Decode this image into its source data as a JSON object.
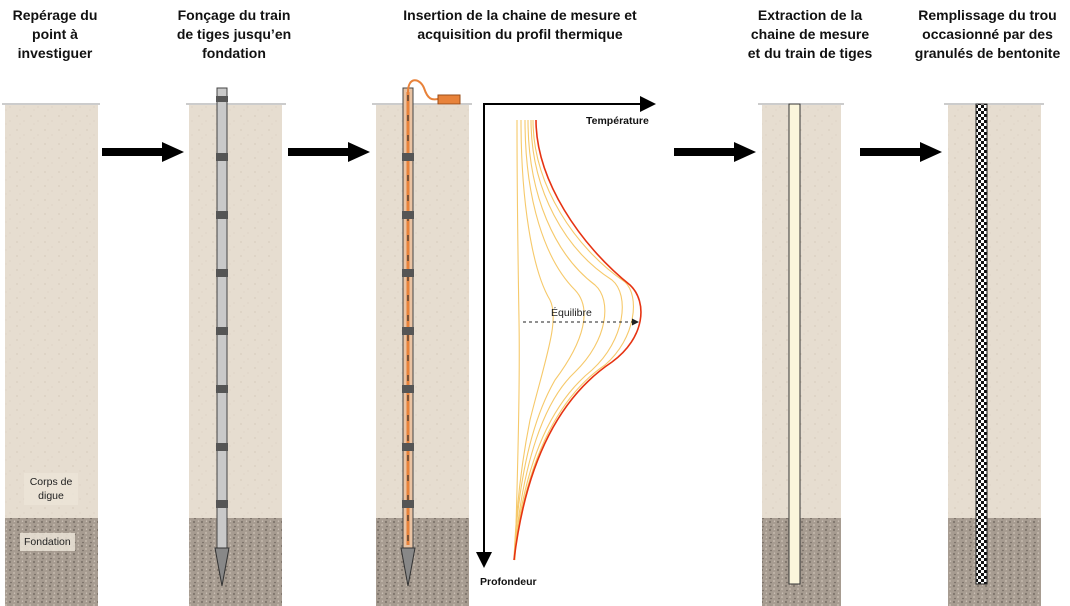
{
  "steps": [
    {
      "title": "Repérage du\npoint à\ninvestiguer"
    },
    {
      "title": "Fonçage du train\nde tiges jusqu’en\nfondation"
    },
    {
      "title": "Insertion de la chaine de mesure et\nacquisition du profil thermique"
    },
    {
      "title": "Extraction de la\nchaine de mesure\net du train de tiges"
    },
    {
      "title": "Remplissage du trou\noccasionné par des\ngranulés de bentonite"
    }
  ],
  "labels": {
    "corps_de_digue": "Corps de\ndigue",
    "fondation": "Fondation"
  },
  "graph": {
    "x_axis_label": "Température",
    "y_axis_label": "Profondeur",
    "equilibrium_label": "Équilibre"
  },
  "colors": {
    "sand": "#e6ddd0",
    "gravel": "#a89d92",
    "rod": "#c8c8c8",
    "cable": "#e8823a",
    "final_profile": "#e63312",
    "transient_profile": "#f6c96a",
    "arrow": "#000000"
  }
}
